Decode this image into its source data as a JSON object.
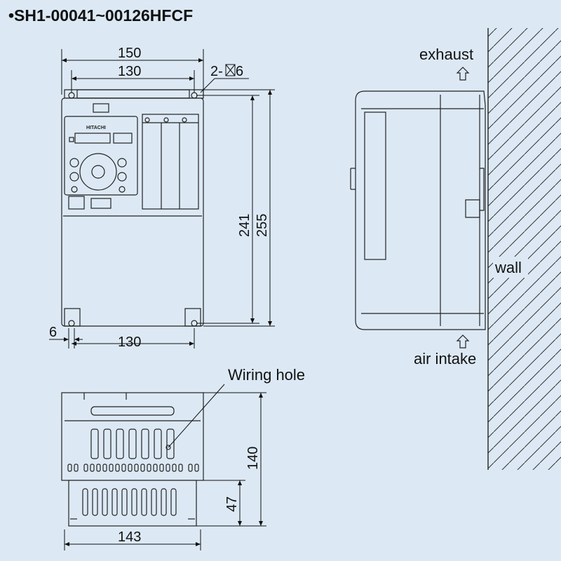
{
  "title": "•SH1-00041~00126HFCF",
  "brand": "HITACHI",
  "labels": {
    "exhaust": "exhaust",
    "wall": "wall",
    "air_intake": "air intake",
    "wiring_hole": "Wiring hole"
  },
  "dimensions": {
    "front_width_outer": "150",
    "front_width_inner": "130",
    "mount_hole": "2-",
    "mount_hole_size": "6",
    "height_inner": "241",
    "height_outer": "255",
    "hole_offset": "6",
    "bottom_span": "130",
    "depth": "140",
    "depth_lower": "47",
    "bottom_width": "143"
  },
  "colors": {
    "background": "#dce9f5",
    "body_fill": "#dce9f5",
    "line": "#222222"
  }
}
